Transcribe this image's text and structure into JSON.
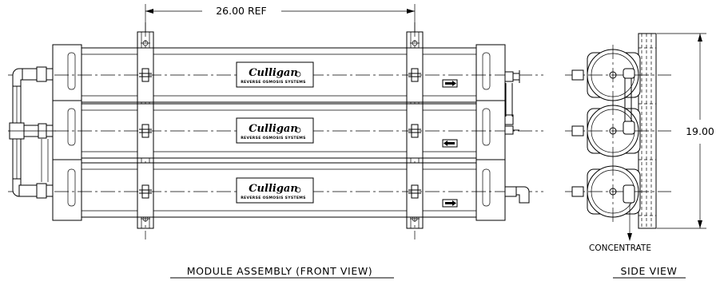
{
  "dimensions": {
    "length_ref": "26.00 REF",
    "height": "19.00"
  },
  "labels": {
    "concentrate": "CONCENTRATE"
  },
  "modules": [
    {
      "brand": "Culligan",
      "subtitle": "REVERSE OSMOSIS SYSTEMS",
      "flow_arrow": "right"
    },
    {
      "brand": "Culligan",
      "subtitle": "REVERSE OSMOSIS SYSTEMS",
      "flow_arrow": "left"
    },
    {
      "brand": "Culligan",
      "subtitle": "REVERSE OSMOSIS SYSTEMS",
      "flow_arrow": "right"
    }
  ],
  "captions": {
    "front_view": "MODULE ASSEMBLY (FRONT VIEW)",
    "side_view": "SIDE VIEW"
  },
  "icons": [
    "flow-arrow-icon",
    "registered-mark-icon",
    "elbow-fitting-icon",
    "bolt-icon"
  ]
}
